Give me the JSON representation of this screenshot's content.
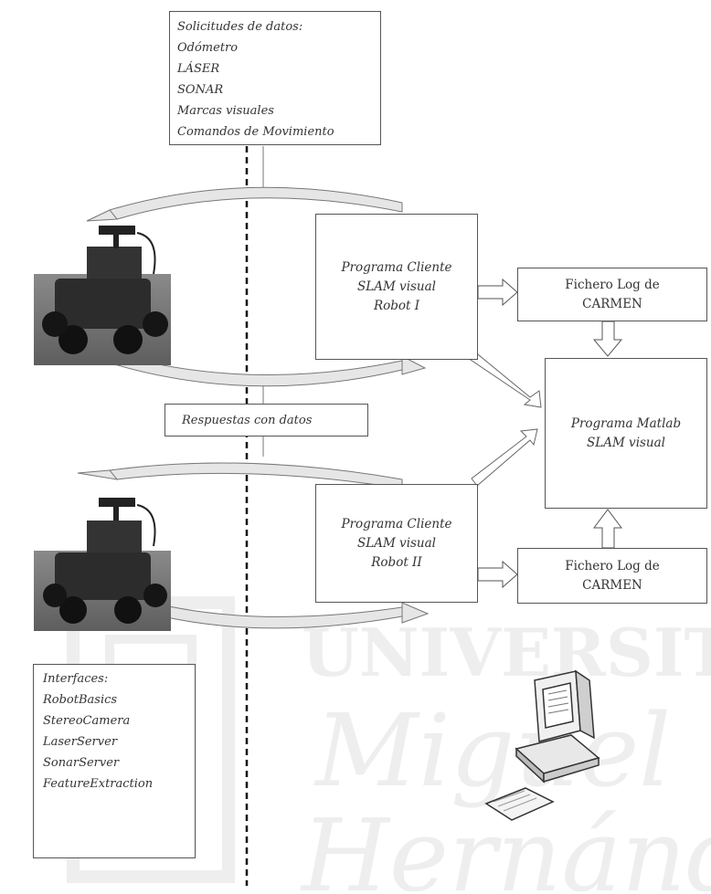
{
  "requests_box": {
    "lines": [
      "Solicitudes de datos:",
      "Odómetro",
      "LÁSER",
      "SONAR",
      "Marcas visuales",
      "Comandos de Movimiento"
    ]
  },
  "responses_label": "Respuestas con datos",
  "client_robot1": [
    "Programa Cliente",
    "SLAM visual",
    "Robot I"
  ],
  "client_robot2": [
    "Programa Cliente",
    "SLAM visual",
    "Robot II"
  ],
  "log_top": [
    "Fichero Log de",
    "CARMEN"
  ],
  "log_bottom": [
    "Fichero Log de",
    "CARMEN"
  ],
  "matlab": [
    "Programa Matlab",
    "SLAM visual"
  ],
  "ellipsis": "...",
  "interfaces_box": {
    "lines": [
      "Interfaces:",
      "RobotBasics",
      "StereoCamera",
      "LaserServer",
      "SonarServer",
      "FeatureExtraction"
    ]
  },
  "watermark": [
    "UNIVERSITAS",
    "Miguel",
    "Hernández"
  ],
  "colors": {
    "arrow_fill": "#e6e6e6",
    "stroke": "#555555",
    "watermark": "#eeeeee"
  },
  "icons": [
    "robot-photo",
    "desktop-computer-icon"
  ]
}
